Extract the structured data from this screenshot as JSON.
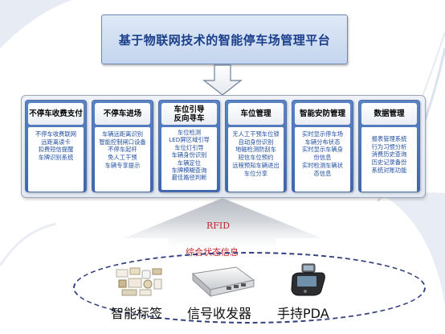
{
  "title": "基于物联网技术的智能停车场管理平台",
  "columns": [
    {
      "header": "不停车收费支付",
      "lines": [
        "不停车收费联网",
        "远距离读卡",
        "扣费短信提醒",
        "车牌识别系统"
      ]
    },
    {
      "header": "不停车进场",
      "lines": [
        "车辆远距离识别",
        "智能控制闸口设备",
        "不停车起杆",
        "免人工干预",
        "车辆专享提示"
      ]
    },
    {
      "header": "车位引导反向寻车",
      "lines": [
        "车位检测",
        "LED屏区域引导",
        "车位灯引导",
        "车辆身份识别",
        "车辆定位",
        "车牌模糊查询",
        "最佳路径判断"
      ]
    },
    {
      "header": "车位管理",
      "lines": [
        "无人工干预车位锁",
        "自动身份识别",
        "地磁检测防刮车",
        "短信车位预约",
        "远程预知车辆进出",
        "车位分享"
      ]
    },
    {
      "header": "智能安防管理",
      "lines": [
        "实时显示停车场",
        "车辆分布状态",
        "实时显示车辆身",
        "份信息",
        "实时检测车辆状",
        "态信息"
      ]
    },
    {
      "header": "数据管理",
      "lines": [
        "报表管理系统",
        "行为习惯分析",
        "消费历史查询",
        "历史记录备份",
        "系统对账功能"
      ]
    }
  ],
  "rfid_label": "RFID",
  "status_label": "综合状态信息",
  "devices": [
    {
      "label": "智能标签",
      "icon": "smart-tag-icon"
    },
    {
      "label": "信号收发器",
      "icon": "transceiver-icon"
    },
    {
      "label": "手持PDA",
      "icon": "handheld-pda-icon"
    }
  ],
  "colors": {
    "title_text": "#1b3f8b",
    "column_frame": "#3d66ad",
    "column_text": "#1f4fa0",
    "accent_red": "#c0262c",
    "ellipse_border": "#34407e"
  }
}
